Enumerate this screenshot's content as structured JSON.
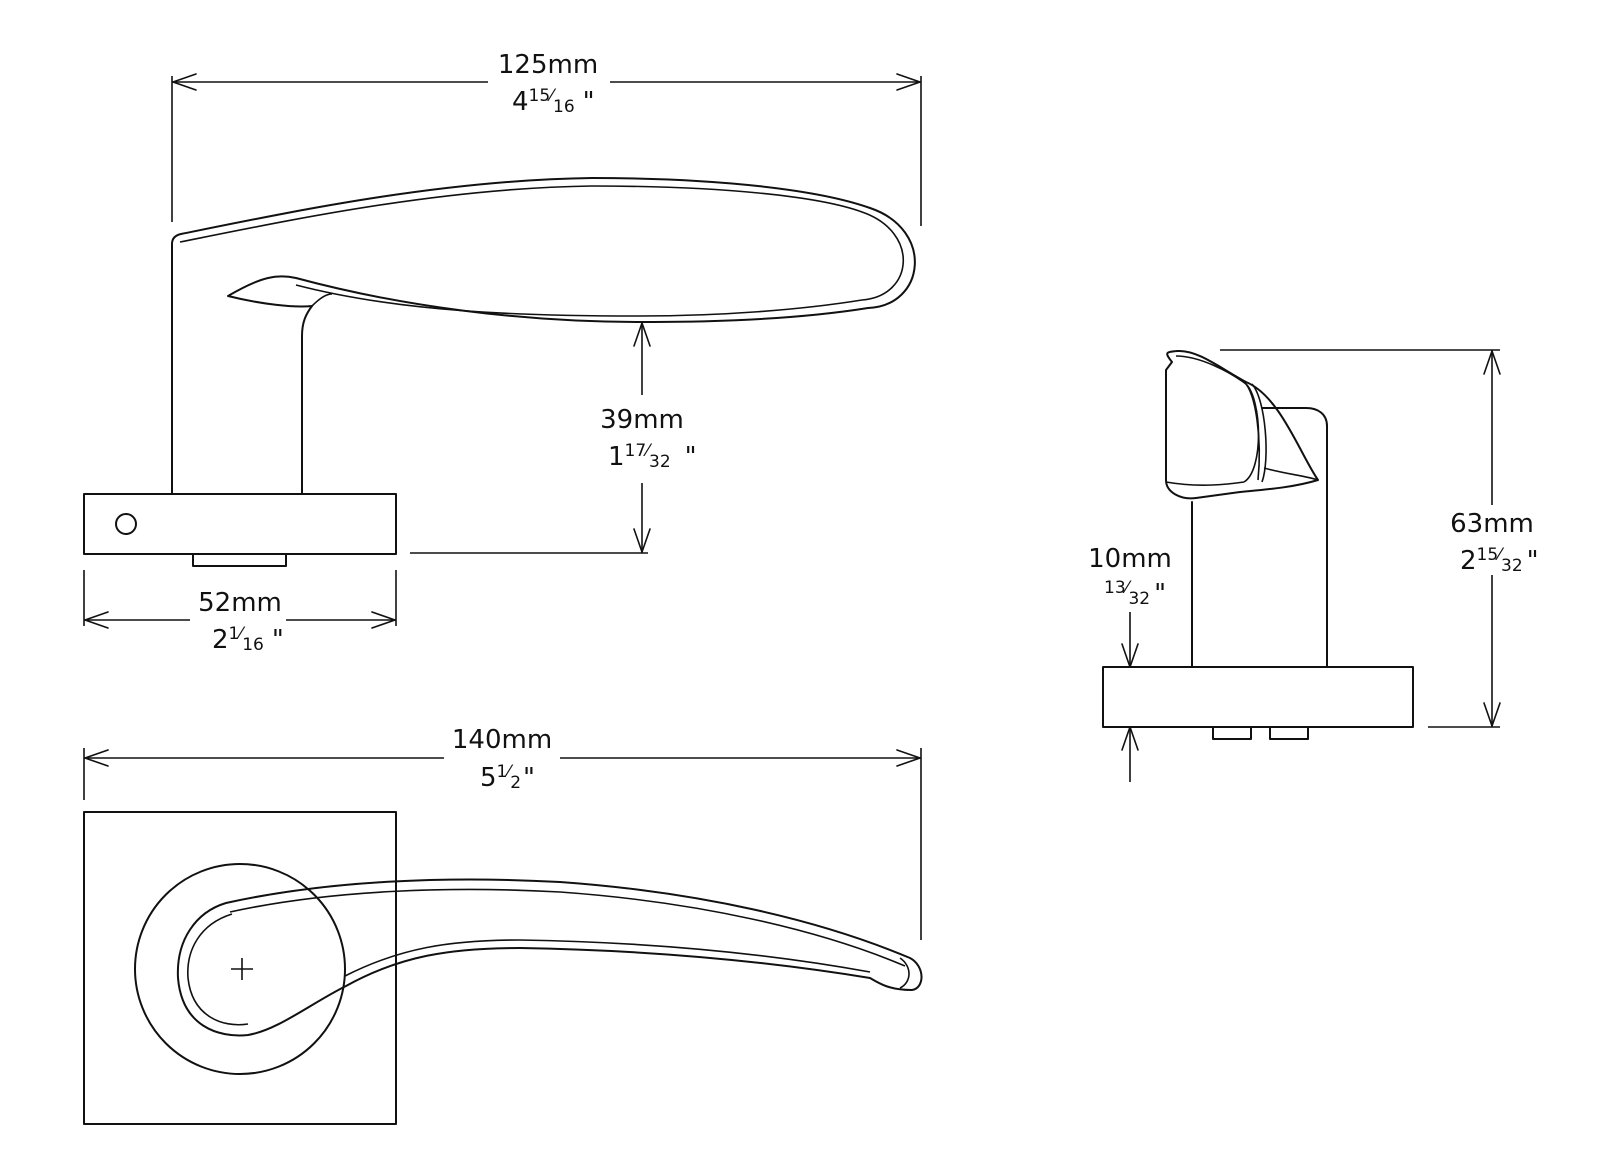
{
  "dimensions": {
    "handle_length": {
      "metric": "125mm",
      "whole": "4",
      "num": "15",
      "den": "16",
      "inch": "\""
    },
    "handle_height": {
      "metric": "39mm",
      "whole": "1",
      "num": "17",
      "den": "32",
      "inch": "\""
    },
    "rose_width": {
      "metric": "52mm",
      "whole": "2",
      "num": "1",
      "den": "16",
      "inch": "\""
    },
    "total_length": {
      "metric": "140mm",
      "whole": "5",
      "num": "1",
      "den": "2",
      "inch": "\""
    },
    "rose_thickness": {
      "metric": "10mm",
      "whole": "",
      "num": "13",
      "den": "32",
      "inch": "\""
    },
    "projection": {
      "metric": "63mm",
      "whole": "2",
      "num": "15",
      "den": "32",
      "inch": "\""
    }
  }
}
